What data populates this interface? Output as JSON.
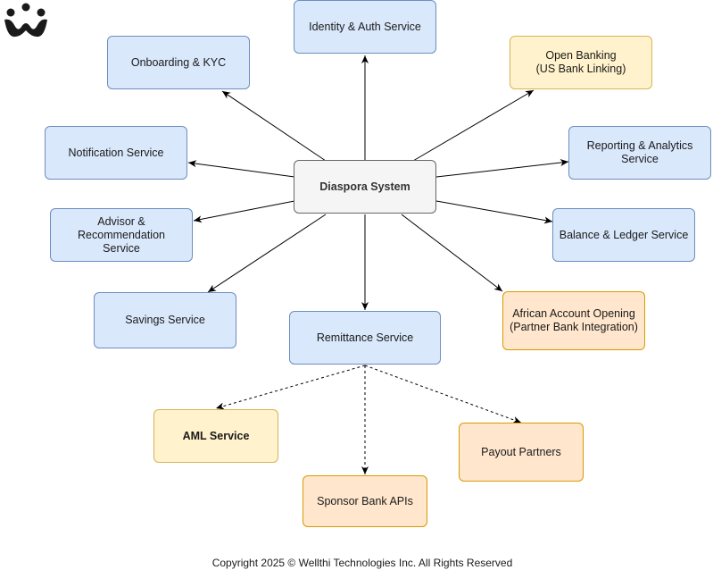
{
  "diagram": {
    "center": "Diaspora System",
    "nodes": {
      "identity": "Identity & Auth Service",
      "onboarding": "Onboarding & KYC",
      "open_banking": "Open Banking\n(US Bank Linking)",
      "notification": "Notification Service",
      "reporting": "Reporting & Analytics Service",
      "advisor": "Advisor & Recommendation\nService",
      "balance": "Balance & Ledger Service",
      "savings": "Savings Service",
      "remittance": "Remittance Service",
      "african_account": "African Account Opening\n(Partner Bank Integration)",
      "aml": "AML Service",
      "payout": "Payout Partners",
      "sponsor_bank": "Sponsor Bank APIs"
    }
  },
  "footer": {
    "copyright": "Copyright 2025 © Wellthi Technologies Inc. All Rights Reserved"
  },
  "colors": {
    "service_fill": "#dae8fc",
    "service_stroke": "#6c8ebf",
    "external_fill": "#fff2cc",
    "external_stroke": "#d6b656",
    "partner_fill": "#ffe6cc",
    "partner_stroke": "#d79b00",
    "core_fill": "#f5f5f5",
    "core_stroke": "#666666"
  },
  "logo": {
    "icon": "wellthi-logo-icon"
  }
}
